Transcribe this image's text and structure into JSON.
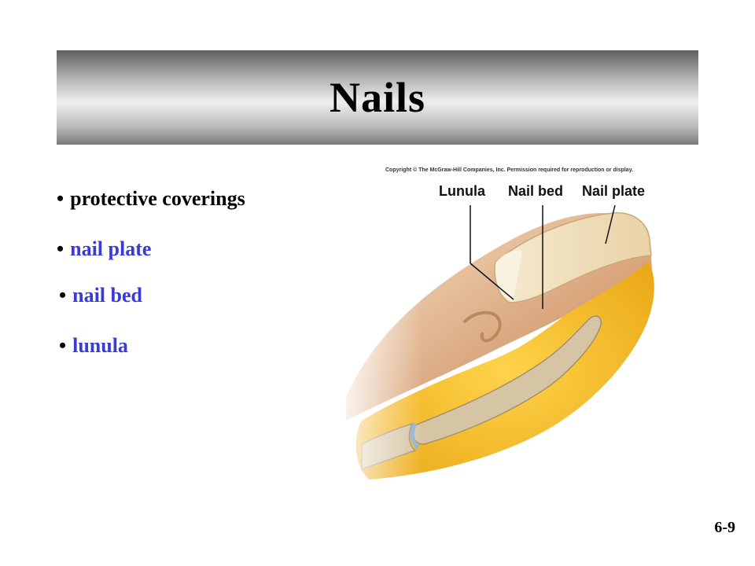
{
  "title": "Nails",
  "bullets": [
    {
      "text": "protective coverings"
    },
    {
      "text": "nail plate"
    },
    {
      "text": "nail bed"
    },
    {
      "text": "lunula"
    }
  ],
  "figure": {
    "copyright": "Copyright © The McGraw-Hill Companies, Inc. Permission required for reproduction or display.",
    "labels": {
      "lunula": "Lunula",
      "nail_bed": "Nail bed",
      "nail_plate": "Nail plate"
    }
  },
  "slide_number": "6-9",
  "colors": {
    "bullet_accent": "#3a3ad6",
    "fat": "#f2b51e",
    "skin": "#e9c6a2",
    "nail": "#f1e3c4",
    "bone": "#d8c7a8"
  }
}
